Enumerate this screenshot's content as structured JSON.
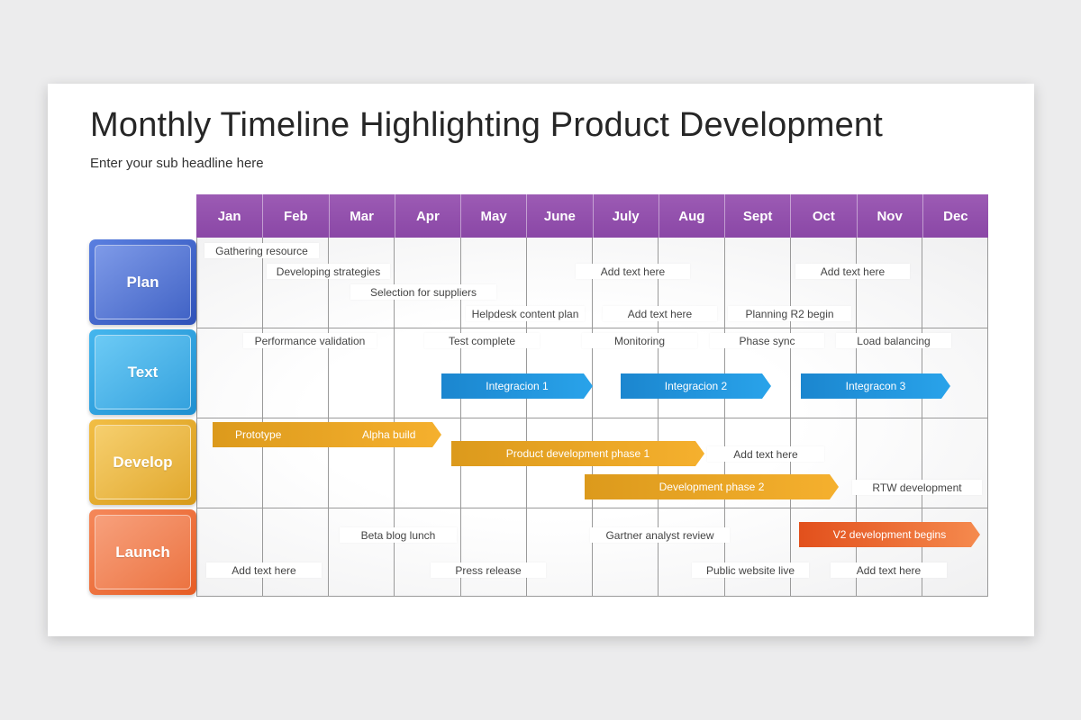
{
  "title": "Monthly Timeline Highlighting Product Development",
  "subtitle": "Enter your sub headline here",
  "months": [
    "Jan",
    "Feb",
    "Mar",
    "Apr",
    "May",
    "June",
    "July",
    "Aug",
    "Sept",
    "Oct",
    "Nov",
    "Dec"
  ],
  "categories": {
    "plan": "Plan",
    "text": "Text",
    "develop": "Develop",
    "launch": "Launch"
  },
  "plan_items": {
    "gathering": "Gathering resource",
    "developing": "Developing strategies",
    "selection": "Selection for suppliers",
    "helpdesk": "Helpdesk content plan",
    "add_july": "Add text here",
    "add_aug": "Add text here",
    "planning_r2": "Planning R2 begin",
    "add_oct": "Add text here"
  },
  "text_items": {
    "performance": "Performance validation",
    "test_complete": "Test complete",
    "monitoring": "Monitoring",
    "phase_sync": "Phase sync",
    "load_balancing": "Load balancing",
    "integracion_1": "Integracion 1",
    "integracion_2": "Integracion 2",
    "integracon_3": "Integracon 3"
  },
  "develop_items": {
    "prototype": "Prototype",
    "alpha_build": "Alpha build",
    "product_phase_1": "Product development phase 1",
    "add_aug": "Add text here",
    "development_phase_2": "Development phase 2",
    "rtw": "RTW development"
  },
  "launch_items": {
    "beta_blog": "Beta blog lunch",
    "gartner": "Gartner analyst review",
    "v2_dev": "V2 development begins",
    "add_jan": "Add text here",
    "press_release": "Press release",
    "public_website": "Public website live",
    "add_oct": "Add text here"
  },
  "colors": {
    "header": "#9553b0",
    "plan": "#3d62c6",
    "text": "#2b9fe0",
    "develop": "#e5a628",
    "launch": "#ec6e37"
  }
}
